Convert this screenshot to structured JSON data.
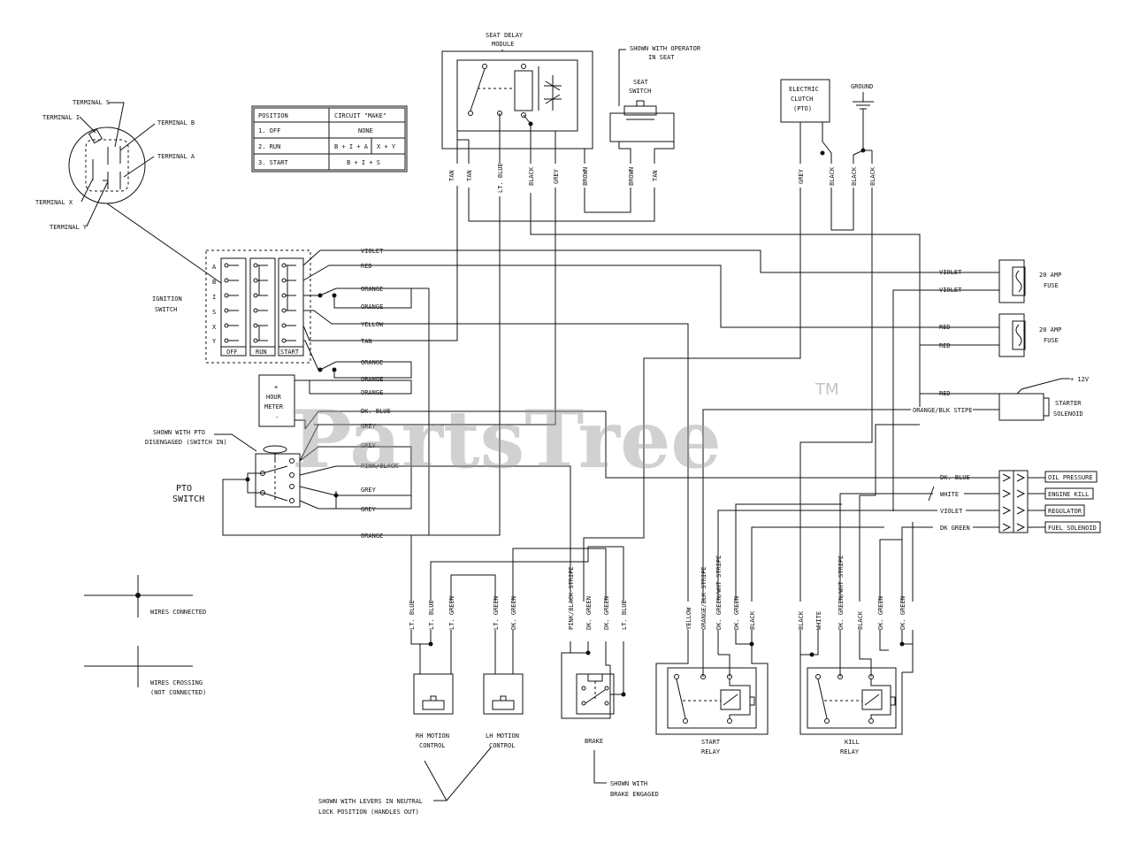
{
  "watermark": {
    "text": "PartsTree",
    "tm": "TM"
  },
  "terminals": {
    "s": "TERMINAL S",
    "i": "TERMINAL I",
    "b": "TERMINAL B",
    "a": "TERMINAL A",
    "x": "TERMINAL X",
    "y": "TERMINAL Y"
  },
  "position_table": {
    "h1": "POSITION",
    "h2": "CIRCUIT \"MAKE\"",
    "r1a": "1.  OFF",
    "r1b": "NONE",
    "r2a": "2.  RUN",
    "r2b": "B + I + A",
    "r2c": "X + Y",
    "r3a": "3.  START",
    "r3b": "B + I + S"
  },
  "seat_delay": {
    "l1": "SEAT DELAY",
    "l2": "MODULE"
  },
  "seat_switch": {
    "n1": "SHOWN WITH OPERATOR",
    "n2": "IN SEAT",
    "l1": "SEAT",
    "l2": "SWITCH"
  },
  "clutch": {
    "l1": "ELECTRIC",
    "l2": "CLUTCH",
    "l3": "(PTO)"
  },
  "ground": "GROUND",
  "top_wires": [
    "TAN",
    "TAN",
    "LT. BLUE",
    "BLACK",
    "GREY",
    "BROWN",
    "BROWN",
    "TAN",
    "GREY",
    "BLACK",
    "BLACK",
    "BLACK"
  ],
  "ignition": {
    "l1": "IGNITION",
    "l2": "SWITCH",
    "letters": [
      "A",
      "B",
      "I",
      "S",
      "X",
      "Y"
    ],
    "cols": [
      "OFF",
      "RUN",
      "START"
    ]
  },
  "hour_meter": {
    "plus": "+",
    "l1": "HOUR",
    "l2": "METER",
    "minus": "-"
  },
  "pto": {
    "n1": "SHOWN WITH PTO",
    "n2": "DISENGAGED (SWITCH IN)",
    "l1": "PTO",
    "l2": "SWITCH"
  },
  "left_wires": [
    "VIOLET",
    "RED",
    "ORANGE",
    "ORANGE",
    "YELLOW",
    "TAN",
    "ORANGE",
    "ORANGE",
    "ORANGE",
    "DK. BLUE",
    "GREY",
    "GREY",
    "PINK/BLACK",
    "GREY",
    "GREY",
    "ORANGE"
  ],
  "fuses": [
    {
      "l1": "20 AMP",
      "l2": "FUSE"
    },
    {
      "l1": "20 AMP",
      "l2": "FUSE"
    }
  ],
  "right_wires": [
    "VIOLET",
    "VIOLET",
    "RED",
    "RED",
    "RED",
    "ORANGE/BLK STIPE"
  ],
  "starter": {
    "v": "+ 12V",
    "l1": "STARTER",
    "l2": "SOLENOID"
  },
  "engine_wires": [
    "DK. BLUE",
    "WHITE",
    "VIOLET",
    "DK GREEN"
  ],
  "engine_labels": [
    "OIL PRESSURE",
    "ENGINE KILL",
    "REGULATOR",
    "FUEL SOLENOID"
  ],
  "bottom_wires": [
    "LT. BLUE",
    "LT. BLUE",
    "LT. GREEN",
    "LT. GREEN",
    "DK. GREEN",
    "PINK/BLACK STRIPE",
    "DK. GREEN",
    "DK. GREEN",
    "LT. BLUE",
    "YELLOW",
    "ORANGE/BLK STRIPE",
    "DK. GREEN/WHT STRIPE",
    "DK. GREEN",
    "BLACK",
    "BLACK",
    "WHITE",
    "DK. GREEN/WHT STRIPE",
    "BLACK",
    "DK. GREEN",
    "DK. GREEN"
  ],
  "motion": {
    "rh1": "RH MOTION",
    "rh2": "CONTROL",
    "lh1": "LH MOTION",
    "lh2": "CONTROL",
    "brake": "BRAKE",
    "start1": "START",
    "start2": "RELAY",
    "kill1": "KILL",
    "kill2": "RELAY"
  },
  "notes": {
    "levers1": "SHOWN WITH LEVERS IN NEUTRAL",
    "levers2": "LOCK POSITION (HANDLES OUT)",
    "brake1": "SHOWN WITH",
    "brake2": "BRAKE ENGAGED"
  },
  "legend": {
    "connected": "WIRES CONNECTED",
    "crossing1": "WIRES CROSSING",
    "crossing2": "(NOT CONNECTED)"
  }
}
